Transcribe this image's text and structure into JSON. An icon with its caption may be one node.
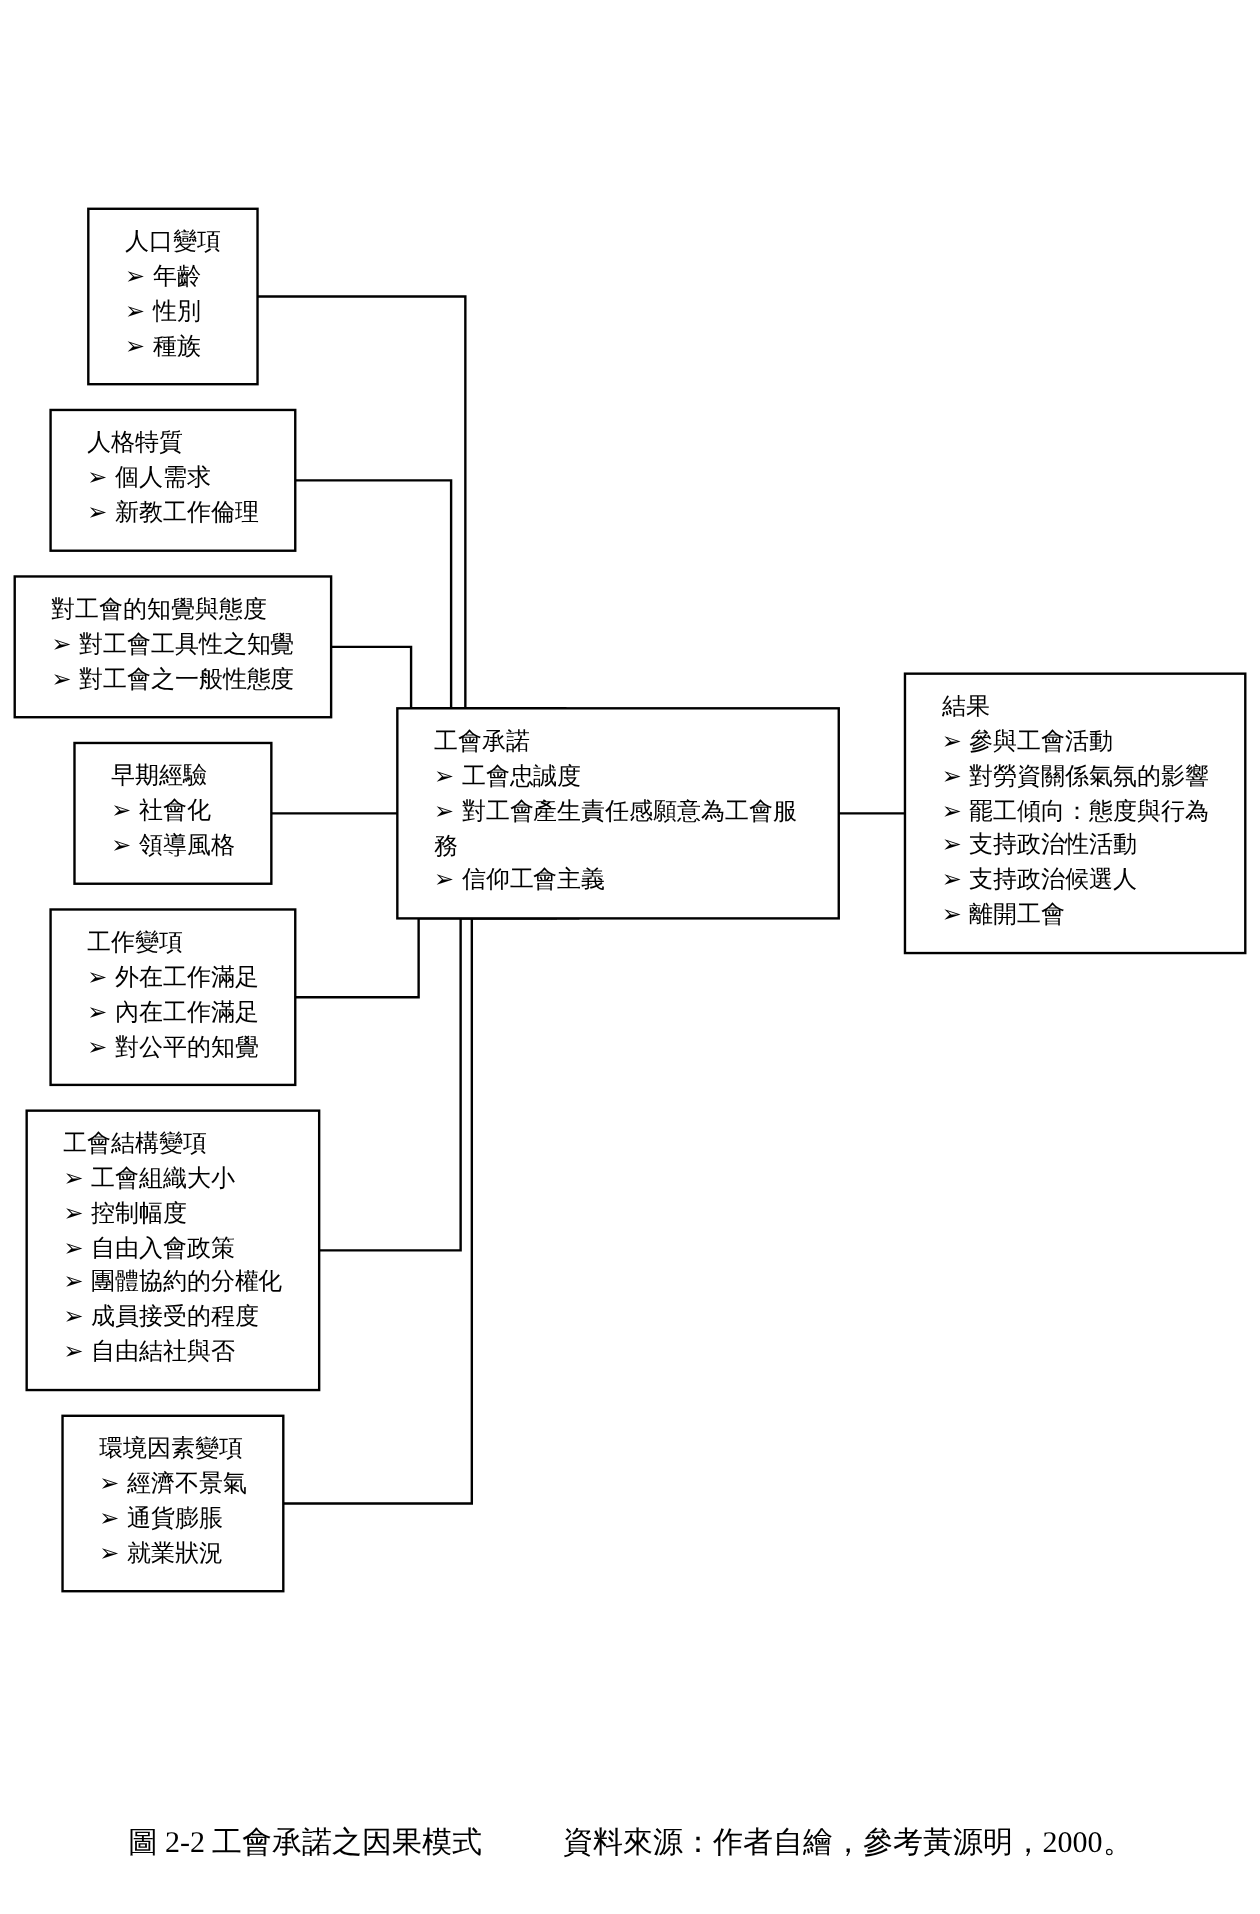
{
  "diagram": {
    "caption": "圖 2-2 工會承諾之因果模式",
    "nodes": [
      {
        "text": [
          "人口變項",
          "➢ 年齡",
          "➢ 性別",
          "➢ 種族"
        ]
      },
      {
        "text": [
          "人格特質",
          "➢ 個人需求",
          "➢ 新教工作倫理"
        ]
      },
      {
        "text": [
          "對工會的知覺與態度",
          "➢ 對工會工具性之知覺",
          "➢ 對工會之一般性態度"
        ]
      },
      {
        "text": [
          "早期經驗",
          "➢ 社會化",
          "➢ 領導風格"
        ]
      },
      {
        "text": [
          "工作變項",
          "➢ 外在工作滿足",
          "➢ 內在工作滿足",
          "➢ 對公平的知覺"
        ]
      },
      {
        "text": [
          "工會結構變項",
          "➢ 工會組織大小",
          "➢ 控制幅度",
          "➢ 自由入會政策",
          "➢ 團體協約的分權化",
          "➢ 成員接受的程度",
          "➢ 自由結社與否"
        ]
      },
      {
        "text": [
          "環境因素變項",
          "➢ 經濟不景氣",
          "➢ 通貨膨脹",
          "➢ 就業狀況"
        ]
      },
      {
        "text": [
          "工會承諾",
          "➢ 工會忠誠度",
          "➢ 對工會產生責任感願意為工會服務",
          "➢ 信仰工會主義"
        ]
      },
      {
        "text": [
          "結果",
          "➢ 參與工會活動",
          "➢ 對勞資關係氣氛的影響",
          "➢ 罷工傾向：態度與行為",
          "➢ 支持政治性活動",
          "➢ 支持政治候選人",
          "➢ 離開工會"
        ]
      }
    ],
    "edges": [
      {
        "from": 0,
        "to": 7,
        "arrow": "none"
      },
      {
        "from": 1,
        "to": 7,
        "arrow": "none"
      },
      {
        "from": 2,
        "to": 7,
        "arrow": "none"
      },
      {
        "from": 3,
        "to": 7,
        "arrow": "none"
      },
      {
        "from": 4,
        "to": 7,
        "arrow": "none"
      },
      {
        "from": 5,
        "to": 7,
        "arrow": "none"
      },
      {
        "from": 6,
        "to": 7,
        "arrow": "none"
      },
      {
        "from": 7,
        "to": 8,
        "arrow": "none"
      }
    ],
    "labels": [
      "資料來源：作者自繪，參考黃源明，2000。"
    ]
  }
}
